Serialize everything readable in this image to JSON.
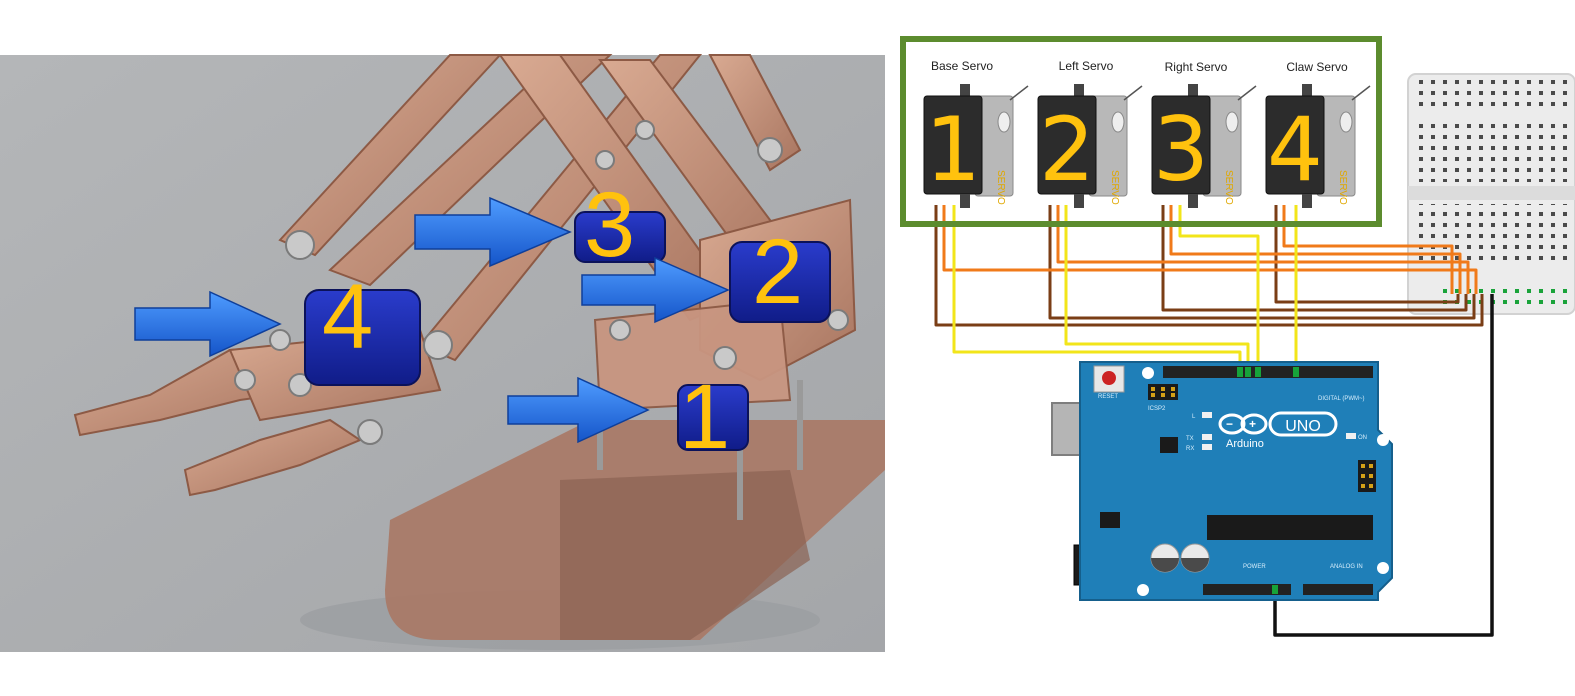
{
  "arm": {
    "labels": [
      "4",
      "3",
      "2",
      "1"
    ]
  },
  "servos": [
    {
      "title": "Base Servo",
      "number": "1"
    },
    {
      "title": "Left Servo",
      "number": "2"
    },
    {
      "title": "Right Servo",
      "number": "3"
    },
    {
      "title": "Claw Servo",
      "number": "4"
    }
  ],
  "servo_brand": "SERVO",
  "arduino": {
    "logo_text": "Arduino",
    "model": "UNO",
    "reset_label": "RESET",
    "icsp_label": "ICSP2",
    "digital_label": "DIGITAL (PWM~)",
    "power_label": "POWER",
    "analog_label": "ANALOG IN",
    "on_label": "ON",
    "tx_label": "TX",
    "rx_label": "RX",
    "l_label": "L"
  },
  "colors": {
    "label_yellow": "#ffc20e",
    "arrow_blue": "#1e6fe0",
    "frame_green": "#5c8c2e",
    "board_blue": "#1f7fb8",
    "wire_brown": "#7a3e16",
    "wire_orange": "#f07a1a",
    "wire_yellow": "#f2e51a",
    "wire_black": "#111111"
  }
}
